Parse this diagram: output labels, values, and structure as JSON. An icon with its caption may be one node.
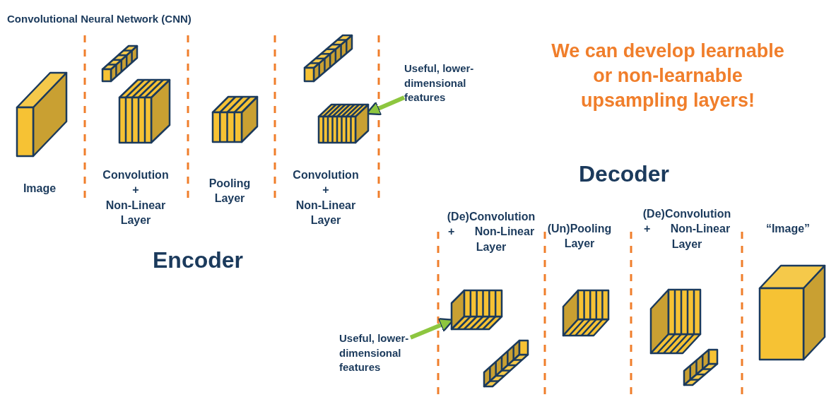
{
  "diagram": {
    "title": "Convolutional Neural Network (CNN)",
    "nodes": [
      {
        "text": [
          "Useful, lower-dimensional features"
        ]
      },
      {
        "text": [],
        "shape": "box"
      },
      {
        "text": [
          "Useful, lower-dimensional features"
        ]
      },
      {
        "text": [],
        "shape": "box"
      }
    ],
    "edges": [
      {
        "from": 0,
        "to": 1,
        "arrow": "to"
      },
      {
        "from": 2,
        "to": 3,
        "arrow": "to"
      }
    ],
    "labels": [
      "We can develop learnable or non-learnable upsampling layers!",
      "Image",
      "Convolution + Non-Linear Layer",
      "Pooling Layer",
      "Convolution + Non-Linear Layer",
      "Decoder",
      "Encoder",
      "(De)Convolution + Non-Linear Layer",
      "(Un)Pooling Layer",
      "(De)Convolution + Non-Linear Layer",
      "“Image”"
    ]
  }
}
